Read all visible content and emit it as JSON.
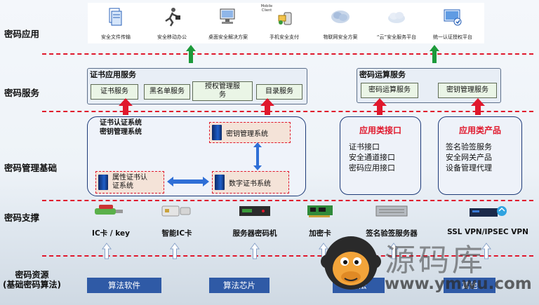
{
  "layers": {
    "app": "密码应用",
    "service": "密码服务",
    "base": "密码管理基础",
    "support": "密码支撑",
    "resource_line1": "密码资源",
    "resource_line2": "(基础密码算法)"
  },
  "apps": [
    {
      "label": "安全文件传输",
      "icon": "document-icon"
    },
    {
      "label": "安全移动办公",
      "icon": "running-person-icon"
    },
    {
      "label": "桌面安全解决方案",
      "icon": "desktop-icon"
    },
    {
      "label": "手机安全支付",
      "icon": "mobile-payment-icon",
      "overlay": "Mobile Client"
    },
    {
      "label": "物联网安全方案",
      "icon": "iot-cloud-icon"
    },
    {
      "label": "“云”安全服务平台",
      "icon": "cloud-icon"
    },
    {
      "label": "统一认证授权平台",
      "icon": "auth-platform-icon"
    }
  ],
  "cert_app_service": {
    "title": "证书应用服务",
    "items": [
      "证书服务",
      "黑名单服务",
      "授权管理服务",
      "目录服务"
    ]
  },
  "crypto_op_service": {
    "title": "密码运算服务",
    "items": [
      "密码运算服务",
      "密钥管理服务"
    ]
  },
  "mgmt": {
    "title_line1": "证书认证系统",
    "title_line2": "密钥管理系统",
    "key_mgmt": "密钥管理系统",
    "attr_cert_line1": "属性证书认",
    "attr_cert_line2": "证系统",
    "digital_cert": "数字证书系统"
  },
  "app_interface": {
    "title": "应用类接口",
    "items": [
      "证书接口",
      "安全通道接口",
      "密码应用接口"
    ]
  },
  "app_product": {
    "title": "应用类产品",
    "items": [
      "签名验签服务",
      "安全网关产品",
      "设备管理代理"
    ]
  },
  "hardware": [
    {
      "label": "IC卡 / key",
      "icon": "usb-key-icon"
    },
    {
      "label": "智能IC卡",
      "icon": "smart-card-icon"
    },
    {
      "label": "服务器密码机",
      "icon": "crypto-server-icon"
    },
    {
      "label": "加密卡",
      "icon": "pci-card-icon"
    },
    {
      "label": "签名验签服务器",
      "icon": "rack-server-icon"
    },
    {
      "label": "SSL VPN/IPSEC VPN",
      "icon": "vpn-device-icon"
    }
  ],
  "resources": [
    "算法软件",
    "算法芯片",
    "算法",
    "其他"
  ],
  "watermark": {
    "text": "源码库",
    "url": "www.ymwu.com"
  },
  "colors": {
    "accent_red": "#e0182c",
    "arrow_green": "#1c9a3a",
    "resource_blue": "#2f5aa6"
  }
}
